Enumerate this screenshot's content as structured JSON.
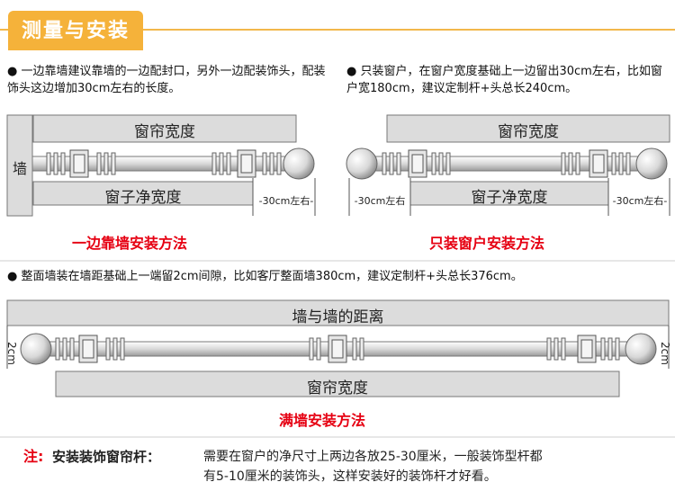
{
  "title": "测量与安装",
  "section1": {
    "text": "● 一边靠墙建议靠墙的一边配封口，另外一边配装饰头，配装饰头这边增加30cm左右的长度。",
    "wall_label": "墙",
    "curtain_width": "窗帘宽度",
    "window_width": "窗子净宽度",
    "extra_label": "-30cm左右-",
    "caption": "一边靠墙安装方法"
  },
  "section2": {
    "text": "● 只装窗户，在窗户宽度基础上一边留出30cm左右，比如窗户宽180cm，建议定制杆+头总长240cm。",
    "curtain_width": "窗帘宽度",
    "window_width": "窗子净宽度",
    "extra_left": "-30cm左右",
    "extra_right": "-30cm左右-",
    "caption": "只装窗户安装方法"
  },
  "section3": {
    "text": "● 整面墙装在墙距基础上一端留2cm间隙，比如客厅整面墙380cm，建议定制杆+头总长376cm。",
    "wall_distance": "墙与墙的距离",
    "gap_label": "2cm",
    "curtain_width": "窗帘宽度",
    "caption": "满墙安装方法"
  },
  "note": {
    "prefix": "注:",
    "subject": "安装装饰窗帘杆：",
    "line1": "需要在窗户的净尺寸上两边各放25-30厘米，一般装饰型杆都",
    "line2": "有5-10厘米的装饰头，这样安装好的装饰杆才好看。"
  },
  "colors": {
    "accent": "#f5b23a",
    "caption_red": "#e60012"
  }
}
